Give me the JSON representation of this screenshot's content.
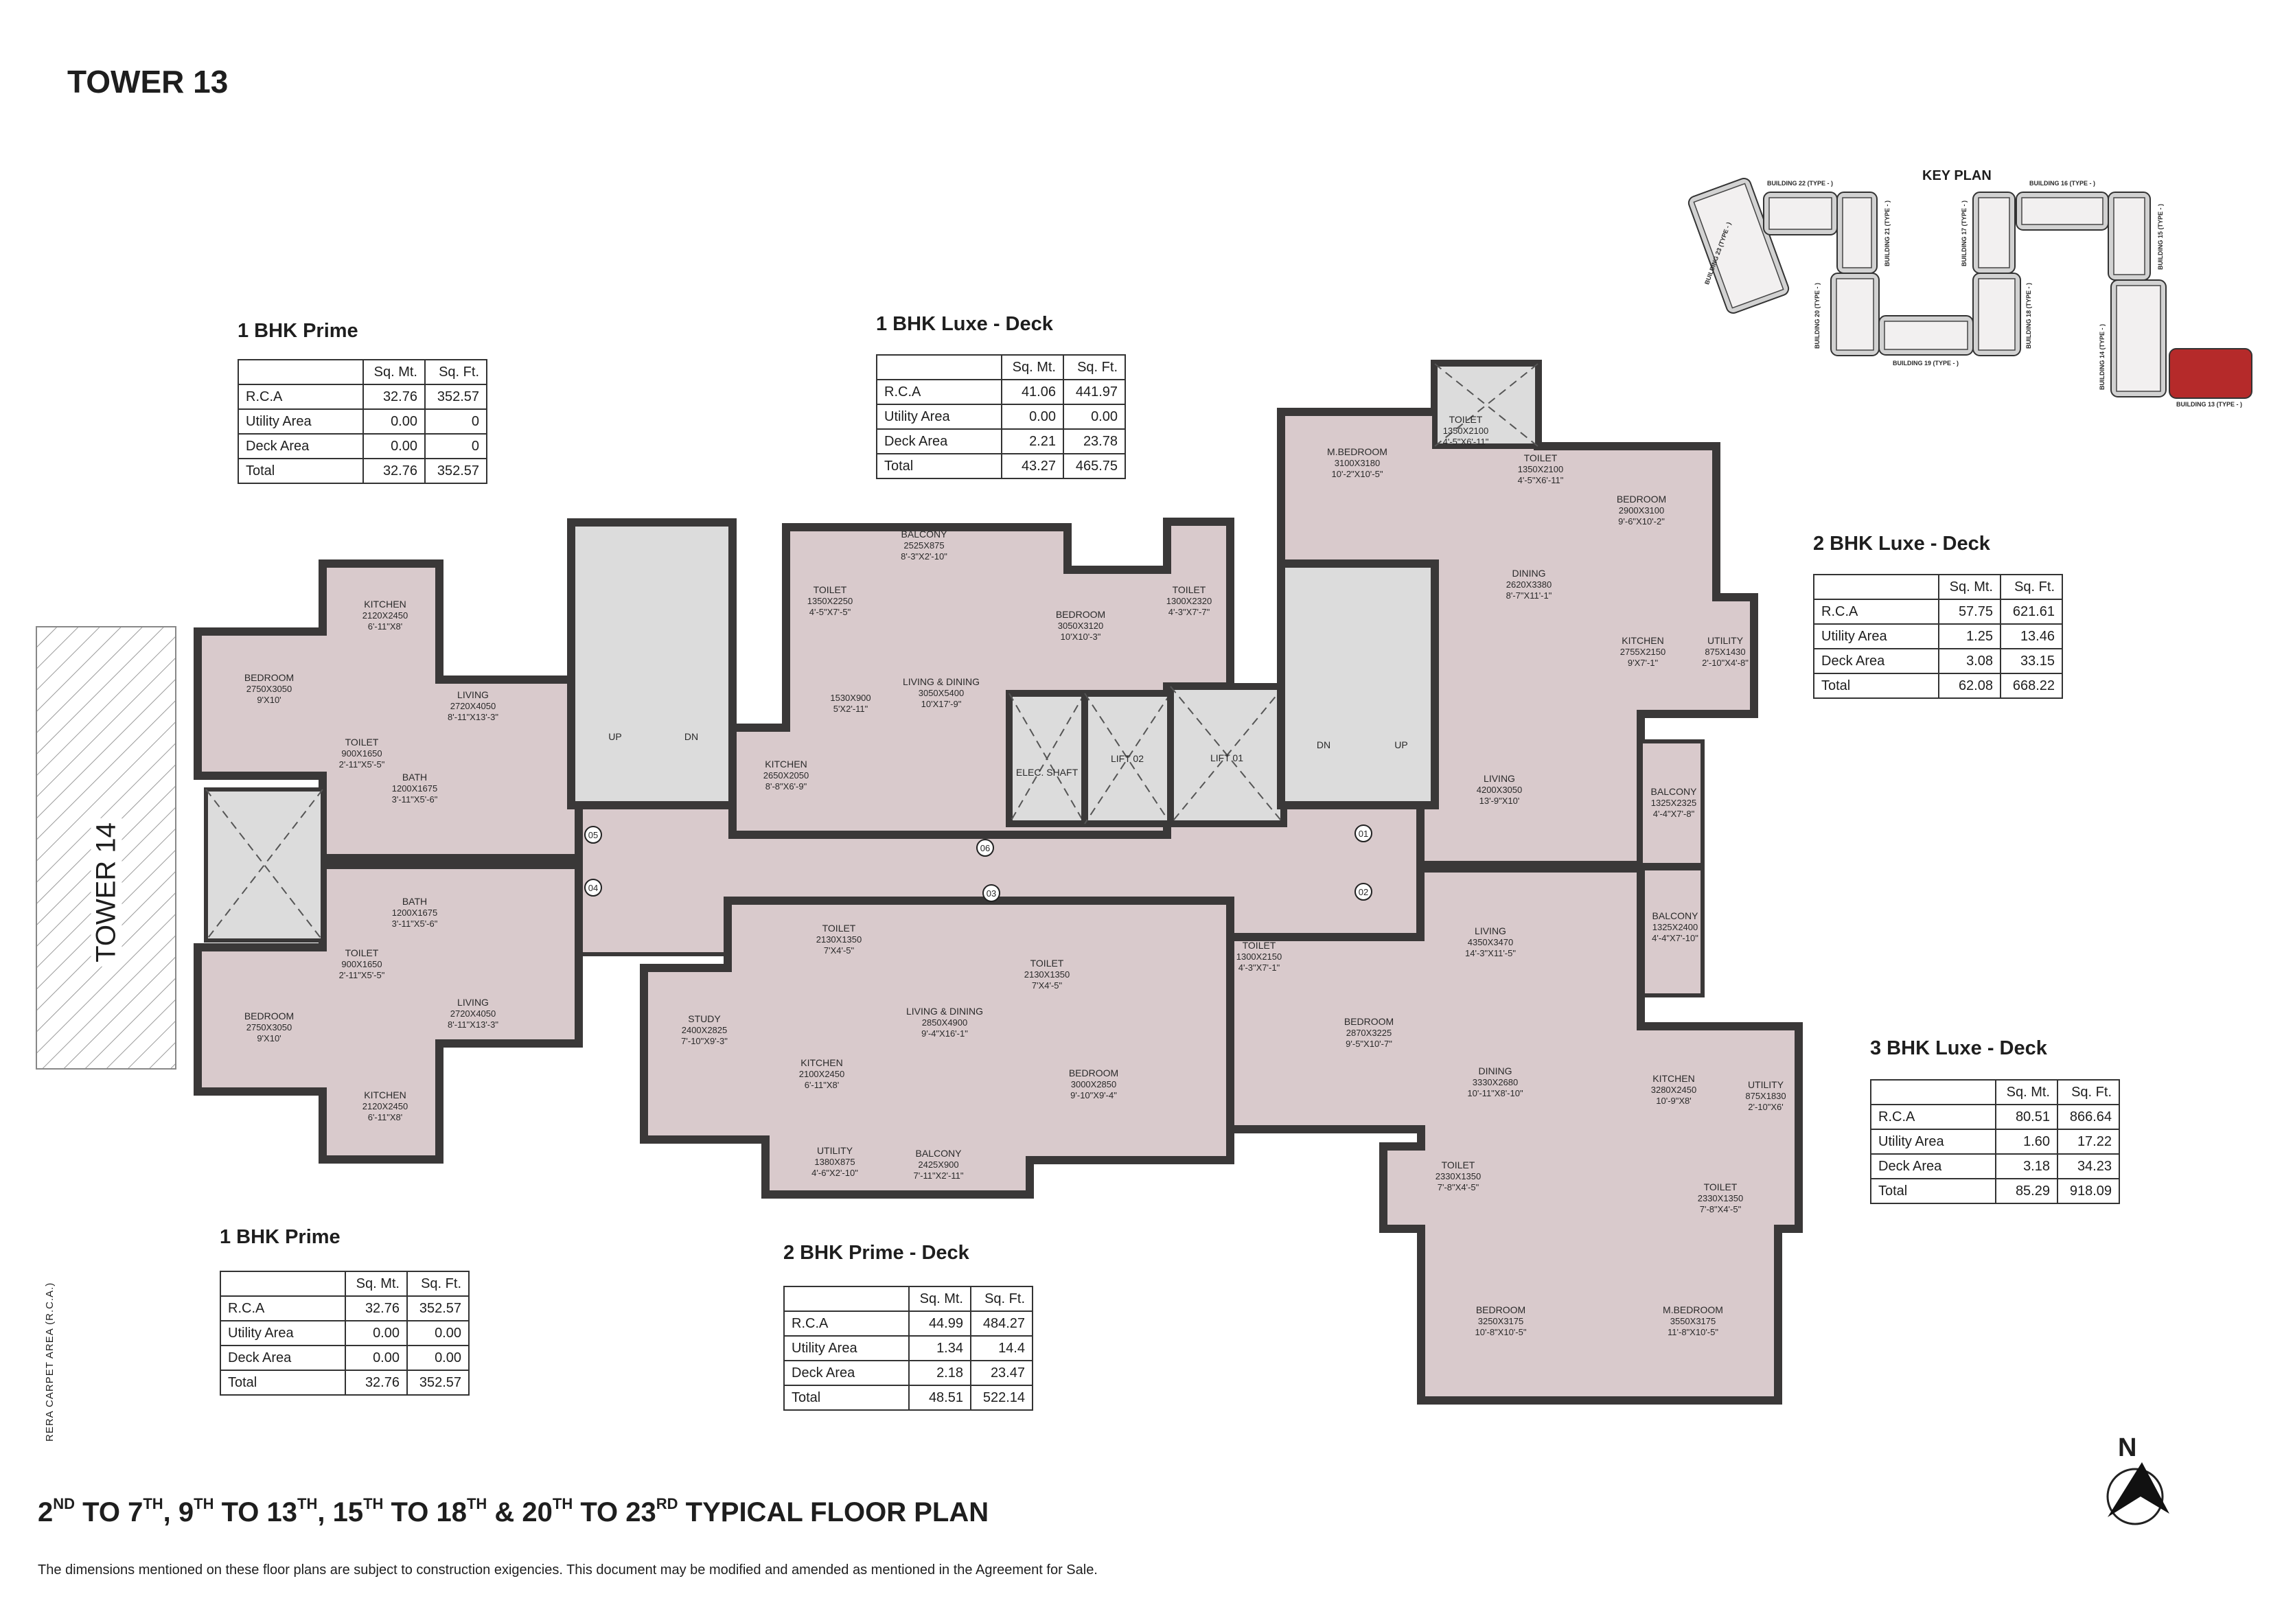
{
  "header": {
    "title": "TOWER 13"
  },
  "tables": [
    {
      "title": "1 BHK Prime",
      "columns": [
        "",
        "Sq. Mt.",
        "Sq. Ft."
      ],
      "rows": [
        [
          "R.C.A",
          "32.76",
          "352.57"
        ],
        [
          "Utility Area",
          "0.00",
          "0"
        ],
        [
          "Deck Area",
          "0.00",
          "0"
        ],
        [
          "Total",
          "32.76",
          "352.57"
        ]
      ]
    },
    {
      "title": "1 BHK Luxe - Deck",
      "columns": [
        "",
        "Sq. Mt.",
        "Sq. Ft."
      ],
      "rows": [
        [
          "R.C.A",
          "41.06",
          "441.97"
        ],
        [
          "Utility Area",
          "0.00",
          "0.00"
        ],
        [
          "Deck Area",
          "2.21",
          "23.78"
        ],
        [
          "Total",
          "43.27",
          "465.75"
        ]
      ]
    },
    {
      "title": "2 BHK Luxe - Deck",
      "columns": [
        "",
        "Sq. Mt.",
        "Sq. Ft."
      ],
      "rows": [
        [
          "R.C.A",
          "57.75",
          "621.61"
        ],
        [
          "Utility Area",
          "1.25",
          "13.46"
        ],
        [
          "Deck Area",
          "3.08",
          "33.15"
        ],
        [
          "Total",
          "62.08",
          "668.22"
        ]
      ]
    },
    {
      "title": "3 BHK Luxe - Deck",
      "columns": [
        "",
        "Sq. Mt.",
        "Sq. Ft."
      ],
      "rows": [
        [
          "R.C.A",
          "80.51",
          "866.64"
        ],
        [
          "Utility Area",
          "1.60",
          "17.22"
        ],
        [
          "Deck Area",
          "3.18",
          "34.23"
        ],
        [
          "Total",
          "85.29",
          "918.09"
        ]
      ]
    },
    {
      "title": "1 BHK Prime",
      "columns": [
        "",
        "Sq. Mt.",
        "Sq. Ft."
      ],
      "rows": [
        [
          "R.C.A",
          "32.76",
          "352.57"
        ],
        [
          "Utility Area",
          "0.00",
          "0.00"
        ],
        [
          "Deck Area",
          "0.00",
          "0.00"
        ],
        [
          "Total",
          "32.76",
          "352.57"
        ]
      ]
    },
    {
      "title": "2 BHK Prime - Deck",
      "columns": [
        "",
        "Sq. Mt.",
        "Sq. Ft."
      ],
      "rows": [
        [
          "R.C.A",
          "44.99",
          "484.27"
        ],
        [
          "Utility Area",
          "1.34",
          "14.4"
        ],
        [
          "Deck Area",
          "2.18",
          "23.47"
        ],
        [
          "Total",
          "48.51",
          "522.14"
        ]
      ]
    }
  ],
  "plan": {
    "adjacent_tower": "TOWER 14",
    "rooms": [
      {
        "name": "KITCHEN",
        "mm": "2120X2450",
        "ft": "6'-11\"X8'"
      },
      {
        "name": "BEDROOM",
        "mm": "2750X3050",
        "ft": "9'X10'"
      },
      {
        "name": "LIVING",
        "mm": "2720X4050",
        "ft": "8'-11\"X13'-3\""
      },
      {
        "name": "TOILET",
        "mm": "900X1650",
        "ft": "2'-11\"X5'-5\""
      },
      {
        "name": "BATH",
        "mm": "1200X1675",
        "ft": "3'-11\"X5'-6\""
      },
      {
        "name": "BATH",
        "mm": "1200X1675",
        "ft": "3'-11\"X5'-6\""
      },
      {
        "name": "TOILET",
        "mm": "900X1650",
        "ft": "2'-11\"X5'-5\""
      },
      {
        "name": "BEDROOM",
        "mm": "2750X3050",
        "ft": "9'X10'"
      },
      {
        "name": "LIVING",
        "mm": "2720X4050",
        "ft": "8'-11\"X13'-3\""
      },
      {
        "name": "KITCHEN",
        "mm": "2120X2450",
        "ft": "6'-11\"X8'"
      },
      {
        "name": "BALCONY",
        "mm": "2525X875",
        "ft": "8'-3\"X2'-10\""
      },
      {
        "name": "TOILET",
        "mm": "1350X2250",
        "ft": "4'-5\"X7'-5\""
      },
      {
        "name": "BEDROOM",
        "mm": "3050X3120",
        "ft": "10'X10'-3\""
      },
      {
        "name": "TOILET",
        "mm": "1300X2320",
        "ft": "4'-3\"X7'-7\""
      },
      {
        "name": "",
        "mm": "1530X900",
        "ft": "5'X2'-11\""
      },
      {
        "name": "LIVING & DINING",
        "mm": "3050X5400",
        "ft": "10'X17'-9\""
      },
      {
        "name": "KITCHEN",
        "mm": "2650X2050",
        "ft": "8'-8\"X6'-9\""
      },
      {
        "name": "M.BEDROOM",
        "mm": "3100X3180",
        "ft": "10'-2\"X10'-5\""
      },
      {
        "name": "TOILET",
        "mm": "1350X2100",
        "ft": "4'-5\"X6'-11\""
      },
      {
        "name": "TOILET",
        "mm": "1350X2100",
        "ft": "4'-5\"X6'-11\""
      },
      {
        "name": "BEDROOM",
        "mm": "2900X3100",
        "ft": "9'-6\"X10'-2\""
      },
      {
        "name": "DINING",
        "mm": "2620X3380",
        "ft": "8'-7\"X11'-1\""
      },
      {
        "name": "KITCHEN",
        "mm": "2755X2150",
        "ft": "9'X7'-1\""
      },
      {
        "name": "UTILITY",
        "mm": "875X1430",
        "ft": "2'-10\"X4'-8\""
      },
      {
        "name": "LIVING",
        "mm": "4200X3050",
        "ft": "13'-9\"X10'"
      },
      {
        "name": "BALCONY",
        "mm": "1325X2325",
        "ft": "4'-4\"X7'-8\""
      },
      {
        "name": "LIVING",
        "mm": "4350X3470",
        "ft": "14'-3\"X11'-5\""
      },
      {
        "name": "BALCONY",
        "mm": "1325X2400",
        "ft": "4'-4\"X7'-10\""
      },
      {
        "name": "TOILET",
        "mm": "1300X2150",
        "ft": "4'-3\"X7'-1\""
      },
      {
        "name": "BEDROOM",
        "mm": "2870X3225",
        "ft": "9'-5\"X10'-7\""
      },
      {
        "name": "DINING",
        "mm": "3330X2680",
        "ft": "10'-11\"X8'-10\""
      },
      {
        "name": "KITCHEN",
        "mm": "3280X2450",
        "ft": "10'-9\"X8'"
      },
      {
        "name": "UTILITY",
        "mm": "875X1830",
        "ft": "2'-10\"X6'"
      },
      {
        "name": "TOILET",
        "mm": "2330X1350",
        "ft": "7'-8\"X4'-5\""
      },
      {
        "name": "TOILET",
        "mm": "2330X1350",
        "ft": "7'-8\"X4'-5\""
      },
      {
        "name": "BEDROOM",
        "mm": "3250X3175",
        "ft": "10'-8\"X10'-5\""
      },
      {
        "name": "M.BEDROOM",
        "mm": "3550X3175",
        "ft": "11'-8\"X10'-5\""
      },
      {
        "name": "TOILET",
        "mm": "2130X1350",
        "ft": "7'X4'-5\""
      },
      {
        "name": "TOILET",
        "mm": "2130X1350",
        "ft": "7'X4'-5\""
      },
      {
        "name": "STUDY",
        "mm": "2400X2825",
        "ft": "7'-10\"X9'-3\""
      },
      {
        "name": "LIVING & DINING",
        "mm": "2850X4900",
        "ft": "9'-4\"X16'-1\""
      },
      {
        "name": "KITCHEN",
        "mm": "2100X2450",
        "ft": "6'-11\"X8'"
      },
      {
        "name": "BEDROOM",
        "mm": "3000X2850",
        "ft": "9'-10\"X9'-4\""
      },
      {
        "name": "UTILITY",
        "mm": "1380X875",
        "ft": "4'-6\"X2'-10\""
      },
      {
        "name": "BALCONY",
        "mm": "2425X900",
        "ft": "7'-11\"X2'-11\""
      }
    ],
    "labels": [
      "ELEC. SHAFT",
      "LIFT 02",
      "LIFT 01",
      "UP",
      "DN",
      "DN",
      "UP"
    ],
    "doors": [
      "01",
      "02",
      "03",
      "04",
      "05",
      "06"
    ]
  },
  "key_plan": {
    "title": "KEY PLAN",
    "highlight_color": "#b52a2a",
    "buildings": [
      "BUILDING 23 (TYPE - )",
      "BUILDING 22 (TYPE - )",
      "BUILDING 21 (TYPE - )",
      "BUILDING 20 (TYPE - )",
      "BUILDING 19 (TYPE - )",
      "BUILDING 18 (TYPE - )",
      "BUILDING 17 (TYPE - )",
      "BUILDING 16 (TYPE - )",
      "BUILDING 15 (TYPE - )",
      "BUILDING 14 (TYPE - )",
      "BUILDING 13 (TYPE - )"
    ]
  },
  "footer": {
    "title_parts": [
      "2",
      "ND",
      " TO 7",
      "TH",
      ", 9",
      "TH",
      " TO 13",
      "TH",
      ", 15",
      "TH",
      " TO 18",
      "TH",
      " & 20",
      "TH",
      " TO 23",
      "RD",
      " TYPICAL FLOOR PLAN"
    ],
    "disclaimer": "The dimensions mentioned on these floor plans are subject to construction exigencies. This document may be modified and amended as mentioned in the Agreement for Sale.",
    "side_note": "RERA CARPET AREA (R.C.A.)",
    "north": "N"
  },
  "colors": {
    "room_fill": "#d9cacc",
    "wall": "#3a3838",
    "core_fill": "#dcdcdc"
  }
}
